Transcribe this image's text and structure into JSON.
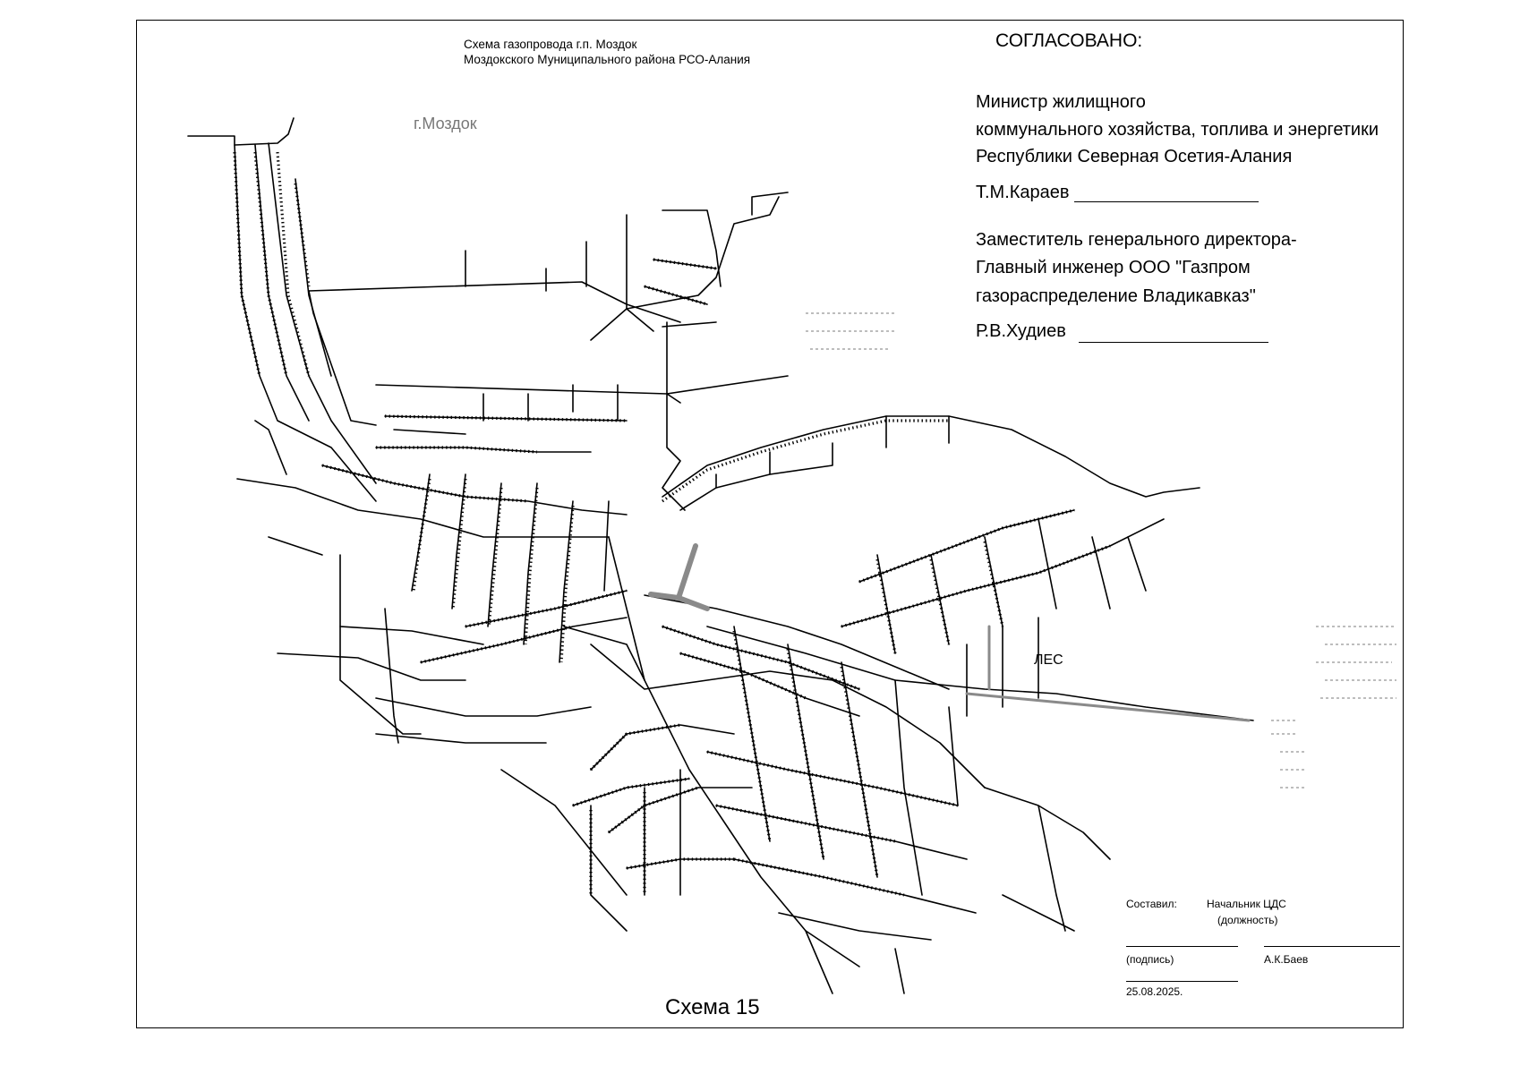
{
  "header": {
    "line1": "Схема газопровода г.п. Моздок",
    "line2": "Моздокского Муниципального района РСО-Алания"
  },
  "map_labels": {
    "city": "г.Моздок",
    "forest": "ЛЕС"
  },
  "approval": {
    "title": "СОГЛАСОВАНО:",
    "minister": {
      "line1": "Министр жилищного",
      "line2": "коммунального  хозяйства, топлива и энергетики",
      "line3": "Республики Северная Осетия-Алания",
      "name": "Т.М.Караев"
    },
    "deputy": {
      "line1": "Заместитель генерального директора-",
      "line2": "Главный инженер  ООО \"Газпром",
      "line3": "газораспределение Владикавказ\"",
      "name": "Р.В.Худиев"
    }
  },
  "stamp": {
    "compiled_label": "Составил:",
    "position": "Начальник ЦДС",
    "position_caption": "(должность)",
    "signature_caption": "(подпись)",
    "person": "А.К.Баев",
    "date": "25.08.2025."
  },
  "footer": {
    "schema_title": "Схема 15"
  },
  "colors": {
    "line": "#000000",
    "highlight": "#8a8a8a",
    "city_label": "#777777"
  }
}
